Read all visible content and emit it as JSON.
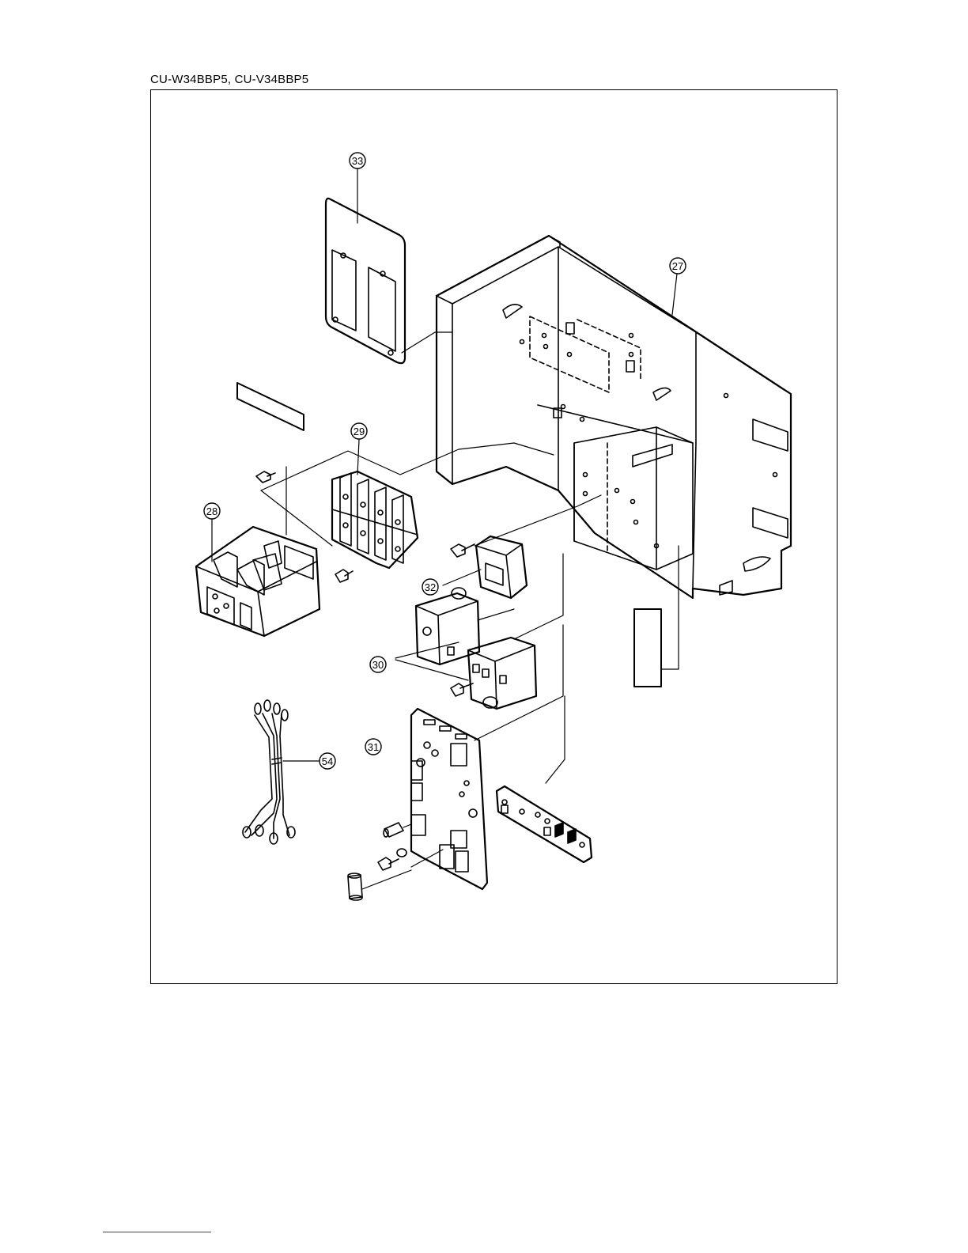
{
  "page": {
    "title": "CU-W34BBP5, CU-V34BBP5"
  },
  "callouts": [
    {
      "id": "c33",
      "label": "33"
    },
    {
      "id": "c27",
      "label": "27"
    },
    {
      "id": "c29",
      "label": "29"
    },
    {
      "id": "c28",
      "label": "28"
    },
    {
      "id": "c32",
      "label": "32"
    },
    {
      "id": "c30",
      "label": "30"
    },
    {
      "id": "c31",
      "label": "31"
    },
    {
      "id": "c54",
      "label": "54"
    }
  ]
}
